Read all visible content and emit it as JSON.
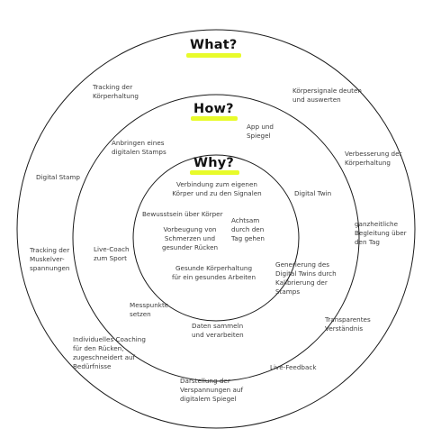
{
  "headings": {
    "what": "What?",
    "how": "How?",
    "why": "Why?"
  },
  "colors": {
    "ring_stroke": "#1a1a1a",
    "highlight": "#e8fb2a",
    "text": "#3c3c3c"
  },
  "why_items": {
    "verbindung": "Verbindung zum eigenen\nKörper und zu den Signalen",
    "bewusstsein": "Bewusstsein über Körper",
    "achtsam": "Achtsam\ndurch den\nTag gehen",
    "vorbeugung": "Vorbeugung von\nSchmerzen und\ngesunder Rücken",
    "gesunde_haltung": "Gesunde Körperhaltung\nfür ein gesundes Arbeiten"
  },
  "how_items": {
    "app_spiegel": "App und\nSpiegel",
    "anbringen": "Anbringen eines\ndigitalen Stamps",
    "digital_twin": "Digital Twin",
    "live_coach": "Live-Coach\nzum Sport",
    "generierung": "Generierung des\nDigital Twins durch\nKalibrierung der\nStamps",
    "messpunkte": "Messpunkte\nsetzen",
    "daten": "Daten sammeln\nund verarbeiten"
  },
  "what_items": {
    "tracking_haltung": "Tracking der\nKörperhaltung",
    "koerpersignale": "Körpersignale deuten\nund auswerten",
    "verbesserung": "Verbesserung der\nKörperhaltung",
    "digital_stamp": "Digital Stamp",
    "ganzheitlich": "ganzheitliche\nBegleitung über\nden Tag",
    "tracking_muskel": "Tracking der\nMuskelver-\nspannungen",
    "transparentes": "Transparentes\nVerständnis",
    "individuelles": "Individuelles Coaching\nfür den Rücken,\nzugeschneidert auf\nBedürfnisse",
    "live_feedback": "Live-Feedback",
    "darstellung": "Darstellung der\nVerspannungen auf\ndigitalem Spiegel"
  }
}
